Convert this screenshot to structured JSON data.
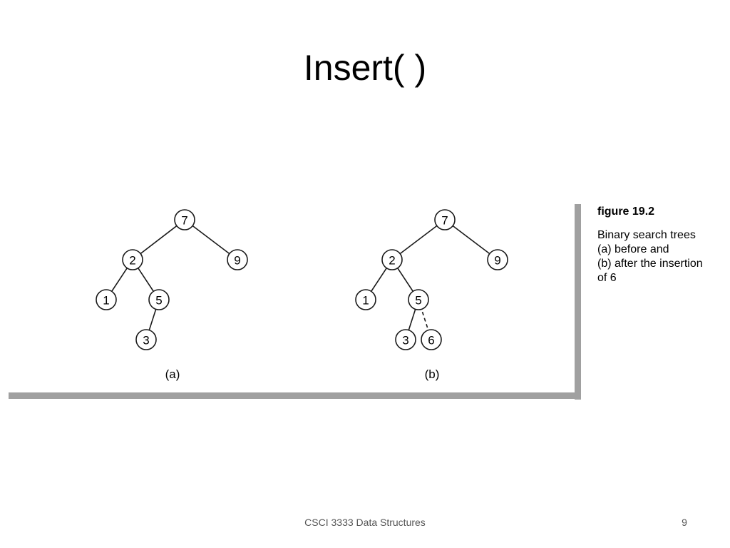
{
  "slide": {
    "title": "Insert( )",
    "footer": "CSCI 3333 Data Structures",
    "page_number": "9"
  },
  "figure": {
    "number": "figure 19.2",
    "caption_lines": [
      "Binary search trees",
      "(a) before and",
      "(b) after the insertion",
      "of 6"
    ],
    "trees": [
      {
        "label": "(a)",
        "nodes": [
          "7",
          "2",
          "9",
          "1",
          "5",
          "3"
        ]
      },
      {
        "label": "(b)",
        "nodes": [
          "7",
          "2",
          "9",
          "1",
          "5",
          "3",
          "6"
        ]
      }
    ]
  }
}
